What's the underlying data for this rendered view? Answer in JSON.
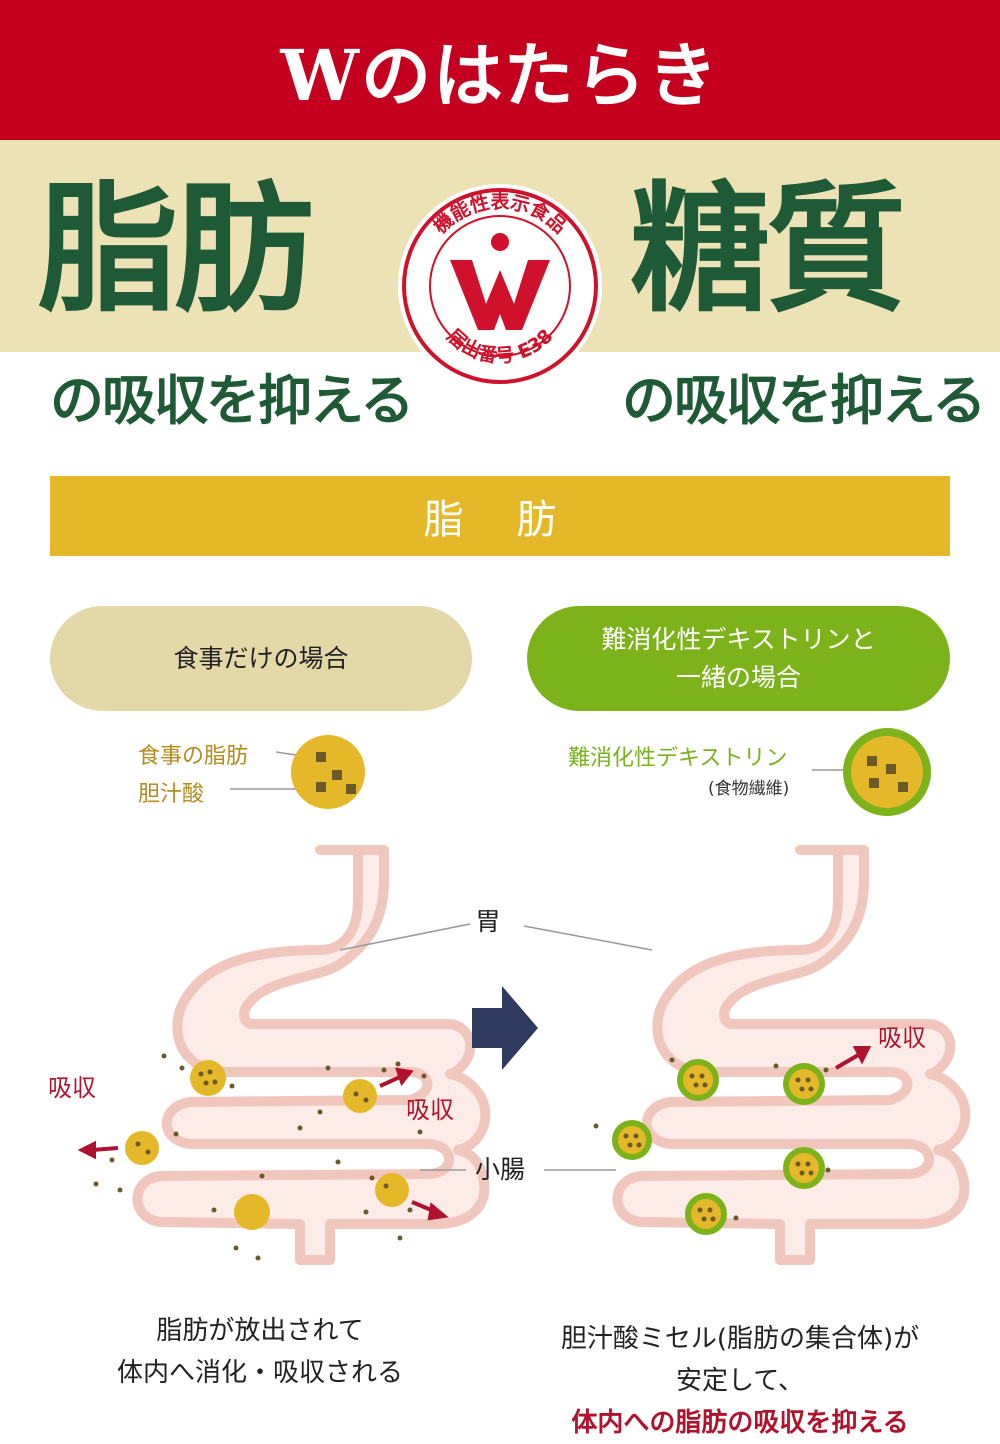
{
  "header": {
    "title": "Wのはたらき"
  },
  "main": {
    "left_word": "脂肪",
    "right_word": "糖質",
    "left_sub": "の吸収を抑える",
    "right_sub": "の吸収を抑える"
  },
  "seal": {
    "top_text": "機能性表示食品",
    "bottom_text": "届出番号 E38",
    "colors": {
      "red": "#d0112b"
    }
  },
  "section": {
    "label": "脂 肪"
  },
  "comparison": {
    "left_pill": "食事だけの場合",
    "right_pill_line1": "難消化性デキストリンと",
    "right_pill_line2": "一緒の場合",
    "left_label_fat": "食事の脂肪",
    "left_label_bile": "胆汁酸",
    "right_label_dextrin": "難消化性デキストリン",
    "right_label_fiber": "(食物繊維)"
  },
  "diagram": {
    "stomach_label": "胃",
    "intestine_label": "小腸",
    "absorb_label": "吸収"
  },
  "captions": {
    "left_line1": "脂肪が放出されて",
    "left_line2": "体内へ消化・吸収される",
    "right_line1": "胆汁酸ミセル(脂肪の集合体)が",
    "right_line2": "安定して、",
    "right_line3": "体内への脂肪の吸収を抑える"
  },
  "colors": {
    "banner_red": "#c5001f",
    "dark_green": "#1e5a35",
    "beige": "#ece2b6",
    "gold": "#e5b82a",
    "green": "#7cb31b",
    "intestine_fill": "#fcebe7",
    "intestine_stroke": "#f1c7bd",
    "arrow_navy": "#2f3a5f",
    "absorb_red": "#b0122d"
  }
}
